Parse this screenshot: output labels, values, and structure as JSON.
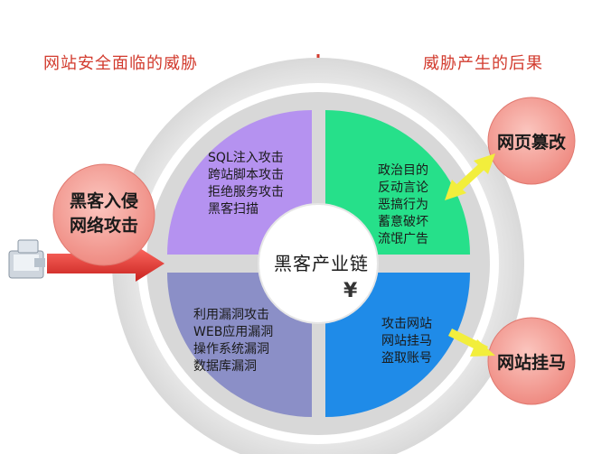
{
  "left_heading": "网站安全面临的威胁",
  "right_heading": "威胁产生的后果",
  "center_label": "黑客产业链",
  "center_symbol": "¥",
  "hacker_bubble": "黑客入侵\n网络攻击",
  "quadrants": {
    "top_left": {
      "lines": "SQL注入攻击\n跨站脚本攻击\n拒绝服务攻击\n黑客扫描",
      "color": "#b592f0"
    },
    "bottom_left": {
      "lines": "利用漏洞攻击\nWEB应用漏洞\n操作系统漏洞\n数据库漏洞",
      "color": "#8b8fc7"
    },
    "top_right": {
      "lines": "政治目的\n反动言论\n恶搞行为\n蓄意破坏\n流氓广告",
      "color": "#26e08a"
    },
    "bottom_right": {
      "lines": "攻击网站\n网站挂马\n盗取账号",
      "color": "#1f8be8"
    }
  },
  "outcomes": {
    "page_tamper": "网页篡改",
    "site_trojan": "网站挂马"
  },
  "colors": {
    "heading": "#d23b2e",
    "divider": "#d23b2e",
    "ring": "#e3e3e3",
    "bubble_fill": "#f49a92",
    "arrow_red": "#e23b36",
    "arrow_yellow": "#f2ee3c"
  }
}
